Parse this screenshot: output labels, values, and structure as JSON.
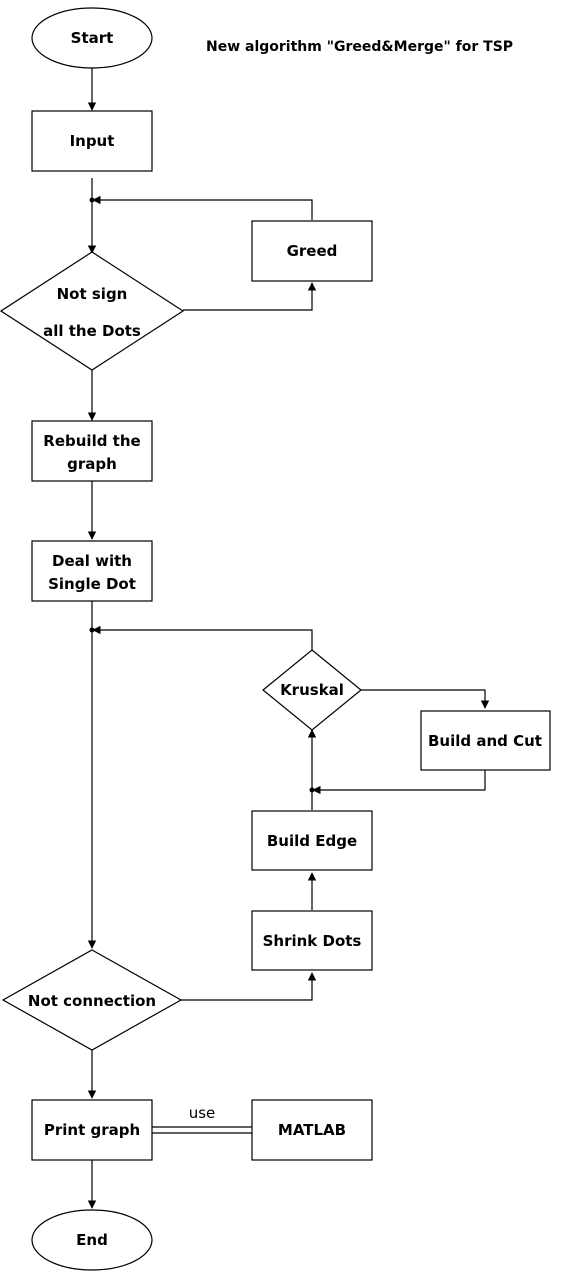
{
  "title": "New algorithm \"Greed&Merge\" for TSP",
  "nodes": {
    "start": "Start",
    "input": "Input",
    "greed": "Greed",
    "not_sign_1": "Not sign",
    "not_sign_2": "all the Dots",
    "rebuild_1": "Rebuild the",
    "rebuild_2": "graph",
    "deal_1": "Deal with",
    "deal_2": "Single Dot",
    "kruskal": "Kruskal",
    "build_cut": "Build and Cut",
    "build_edge": "Build Edge",
    "shrink": "Shrink Dots",
    "not_connection": "Not connection",
    "print": "Print graph",
    "matlab": "MATLAB",
    "end": "End"
  },
  "edge_labels": {
    "use": "use"
  }
}
